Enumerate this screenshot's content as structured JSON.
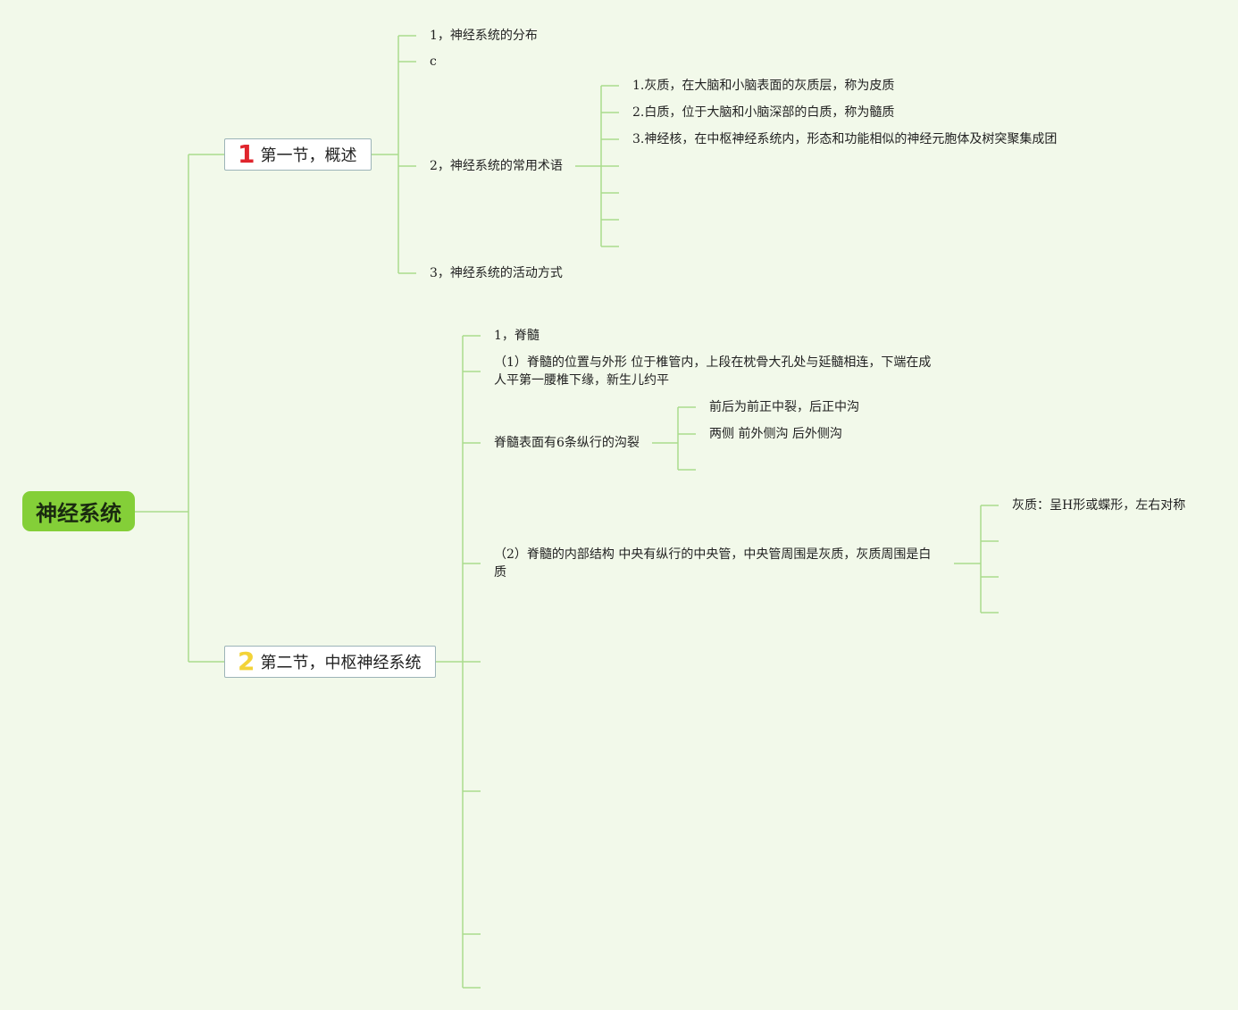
{
  "root": {
    "label": "神经系统"
  },
  "sections": [
    {
      "number": "1",
      "title": "第一节，概述",
      "children": [
        {
          "label": "1，神经系统的分布"
        },
        {
          "label": "c"
        },
        {
          "label": "2，神经系统的常用术语",
          "children": [
            {
              "label": "1.灰质，在大脑和小脑表面的灰质层，称为皮质"
            },
            {
              "label": "2.白质，位于大脑和小脑深部的白质，称为髓质"
            },
            {
              "label": "3.神经核，在中枢神经系统内，形态和功能相似的神经元胞体及树突聚集成团"
            }
          ]
        },
        {
          "label": "3，神经系统的活动方式"
        }
      ]
    },
    {
      "number": "2",
      "title": "第二节，中枢神经系统",
      "children": [
        {
          "label": "1，脊髓"
        },
        {
          "label": "（1）脊髓的位置与外形 位于椎管内，上段在枕骨大孔处与延髓相连，下端在成人平第一腰椎下缘，新生儿约平"
        },
        {
          "label": "脊髓表面有6条纵行的沟裂",
          "children": [
            {
              "label": "前后为前正中裂，后正中沟"
            },
            {
              "label": "两侧 前外侧沟 后外侧沟"
            }
          ]
        },
        {
          "label": "（2）脊髓的内部结构 中央有纵行的中央管，中央管周围是灰质，灰质周围是白质",
          "children": [
            {
              "label": "灰质：呈H形或蝶形，左右对称"
            }
          ]
        }
      ]
    }
  ]
}
